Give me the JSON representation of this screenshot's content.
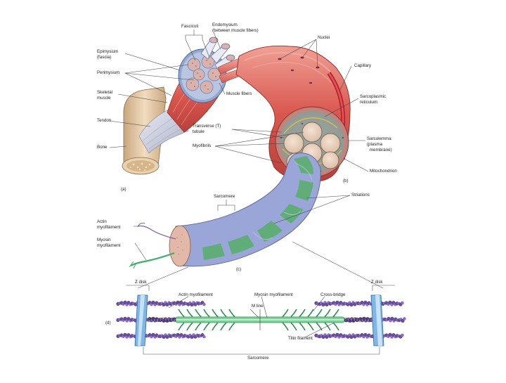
{
  "figure": {
    "colors": {
      "muscle_red": "#d9574f",
      "muscle_light": "#eb8a80",
      "fascicle_blue": "#a9b9d6",
      "bone": "#e2c9a6",
      "tendon": "#c9ccd8",
      "myofibril_tan": "#ead3bf",
      "stripe_green": "#5fae74",
      "stripe_blue": "#9aa6d8",
      "actin_purple": "#6a4c9c",
      "myosin_green": "#3fae6a",
      "z_disk_blue": "#5aa0d8"
    },
    "panel_a": {
      "label": "(a)",
      "fasciculi": "Fasciculi",
      "endomysium_1": "Endomysium",
      "endomysium_2": "(between muscle fibers)",
      "epimysium_1": "Epimysium",
      "epimysium_2": "(fascia)",
      "perimysium": "Perimysium",
      "skeletal_1": "Skeletal",
      "skeletal_2": "muscle",
      "tendon": "Tendon",
      "bone": "Bone",
      "muscle_fibers": "Muscle fibers"
    },
    "panel_b": {
      "label": "(b)",
      "nuclei": "Nuclei",
      "capillary": "Capillary",
      "sarcoplasmic_1": "Sarcoplasmic",
      "sarcoplasmic_2": "reticulum",
      "t_tubule_1": "Transverse (T)",
      "t_tubule_2": "tubule",
      "myofibrils": "Myofibrils",
      "sarcolemma_1": "Sarcolemma",
      "sarcolemma_2": "(plasma",
      "sarcolemma_3": "membrane)",
      "mitochondrion": "Mitochondrion"
    },
    "panel_c": {
      "label": "(c)",
      "sarcomere": "Sarcomere",
      "striations": "Striations",
      "actin_1": "Actin",
      "actin_2": "myofilament",
      "myosin_1": "Myosin",
      "myosin_2": "myofilament"
    },
    "panel_d": {
      "label": "(d)",
      "z_disk_left": "Z disk",
      "z_disk_right": "Z disk",
      "actin": "Actin myofilament",
      "myosin": "Myosin myofilament",
      "cross_bridge": "Cross-bridge",
      "m_line": "M line",
      "titin": "Titin filament",
      "sarcomere": "Sarcomere"
    }
  }
}
